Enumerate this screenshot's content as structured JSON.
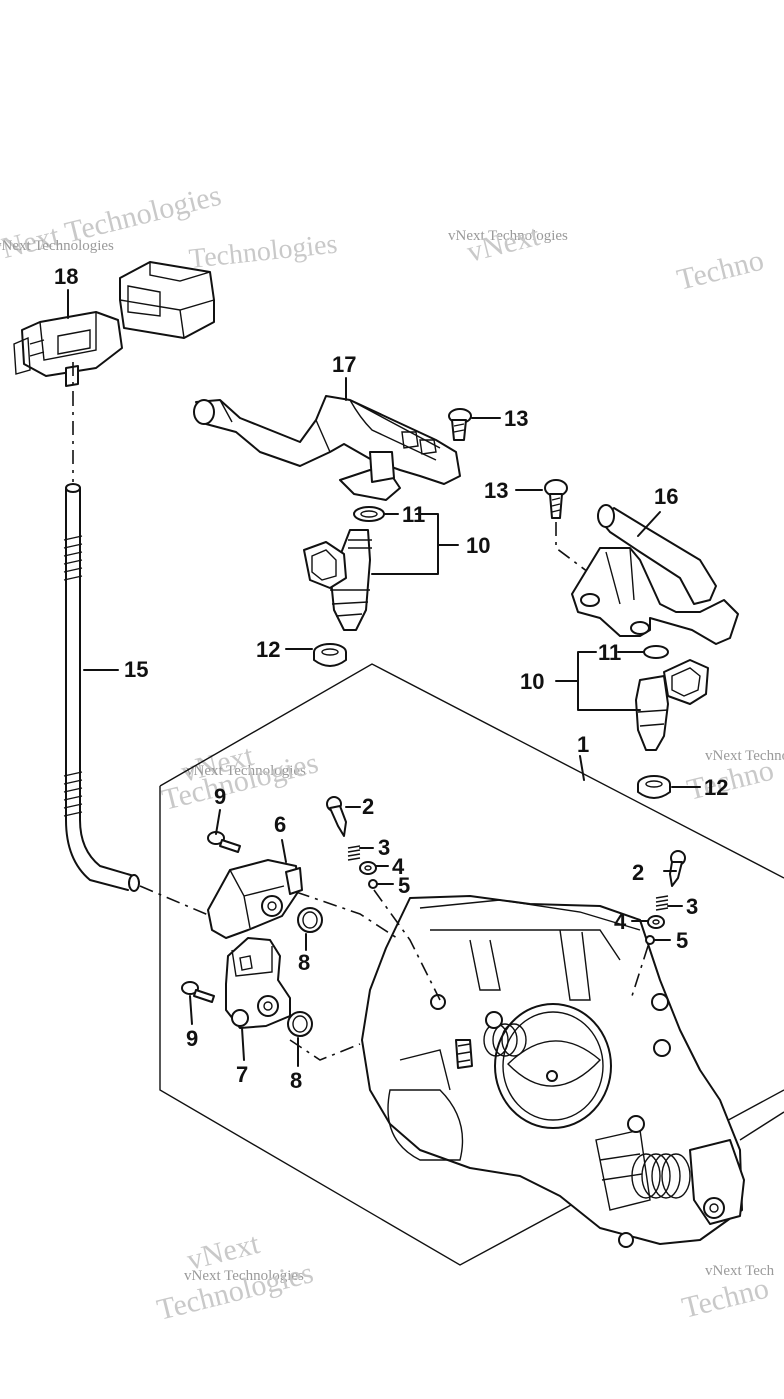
{
  "watermarks": [
    "vNext Technologies",
    "vNext Technologies",
    "vNext Technologies",
    "vNext Technologies",
    "vNext Technologies",
    "vNext Technologies"
  ],
  "callouts": {
    "c1": "1",
    "c2a": "2",
    "c2b": "2",
    "c3a": "3",
    "c3b": "3",
    "c4a": "4",
    "c4b": "4",
    "c5a": "5",
    "c5b": "5",
    "c6": "6",
    "c7": "7",
    "c8a": "8",
    "c8b": "8",
    "c9a": "9",
    "c9b": "9",
    "c10a": "10",
    "c10b": "10",
    "c11a": "11",
    "c11b": "11",
    "c12a": "12",
    "c12b": "12",
    "c13a": "13",
    "c13b": "13",
    "c15": "15",
    "c16": "16",
    "c17": "17",
    "c18": "18"
  },
  "colors": {
    "line": "#111111",
    "watermark": "#c9c9c9",
    "background": "#ffffff"
  }
}
